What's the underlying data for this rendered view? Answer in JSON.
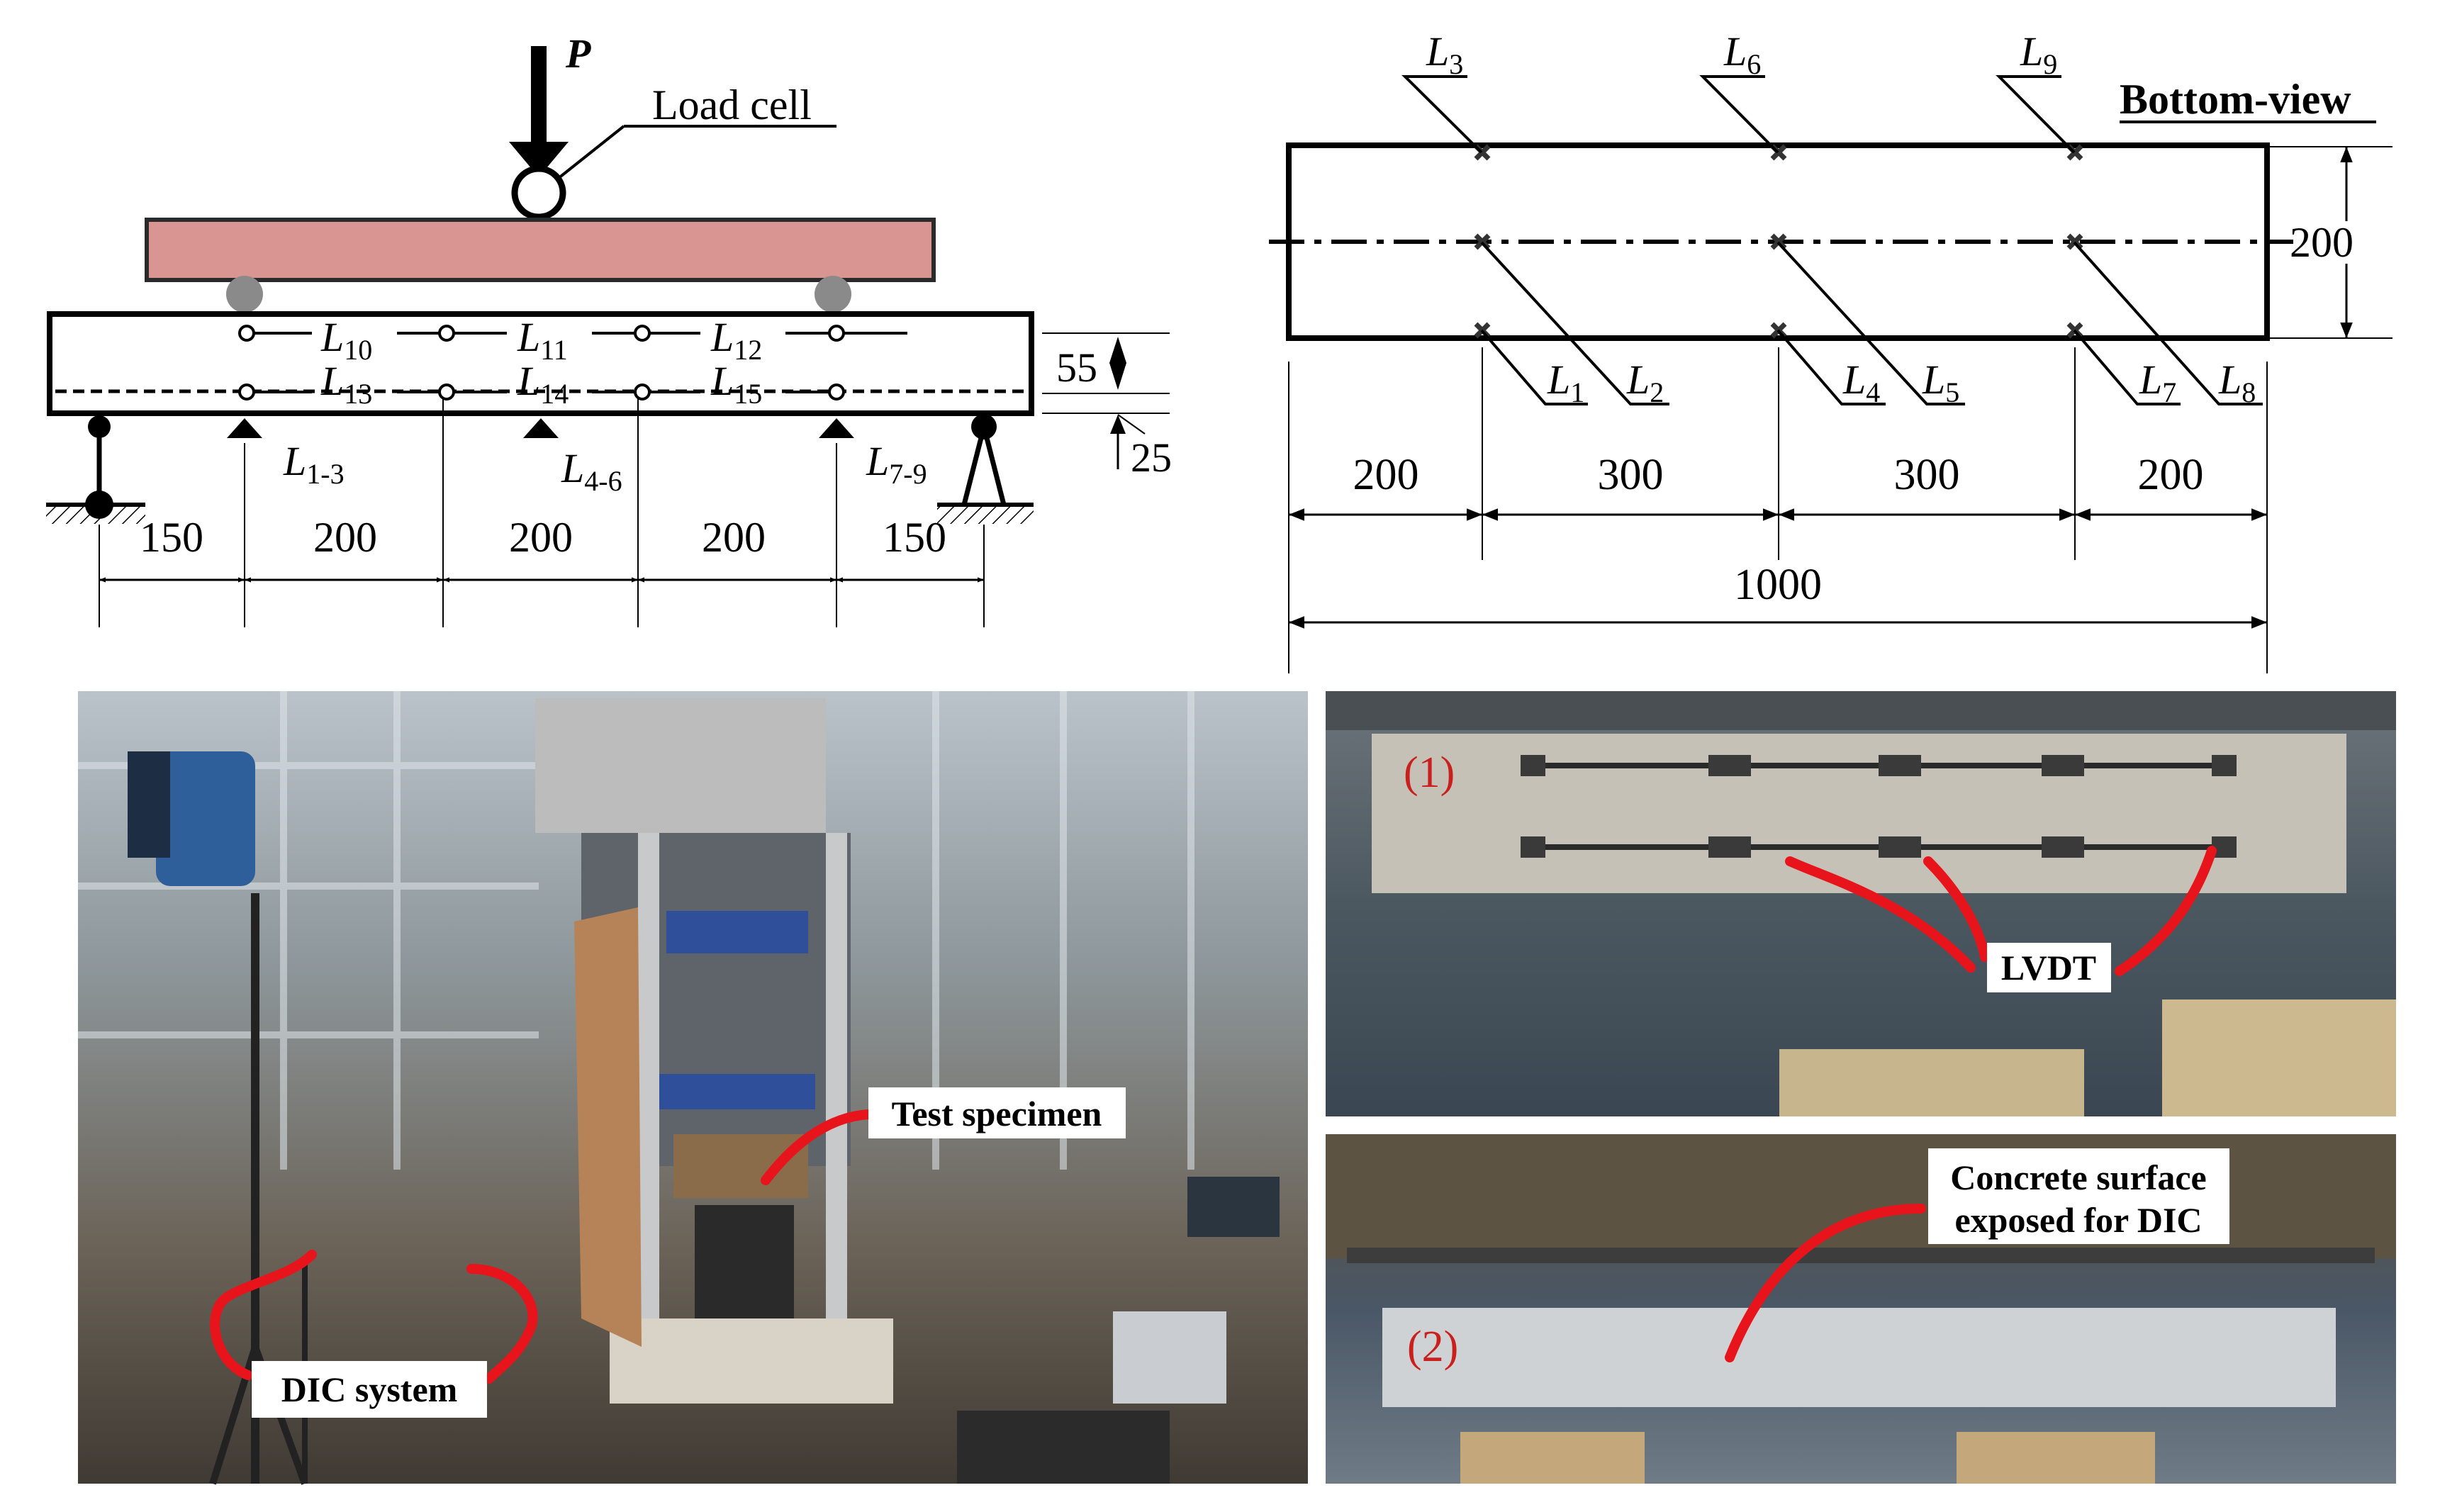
{
  "side_view": {
    "load_symbol": "P",
    "load_cell_label": "Load cell",
    "lvdt_labels": [
      {
        "base": "L",
        "sub": "10"
      },
      {
        "base": "L",
        "sub": "11"
      },
      {
        "base": "L",
        "sub": "12"
      },
      {
        "base": "L",
        "sub": "13"
      },
      {
        "base": "L",
        "sub": "14"
      },
      {
        "base": "L",
        "sub": "15"
      }
    ],
    "support_labels": [
      {
        "base": "L",
        "sub": "1-3"
      },
      {
        "base": "L",
        "sub": "4-6"
      },
      {
        "base": "L",
        "sub": "7-9"
      }
    ],
    "dim_55": "55",
    "dim_25": "25",
    "span_dims": [
      "150",
      "200",
      "200",
      "200",
      "150"
    ]
  },
  "bottom_view": {
    "title": "Bottom-view",
    "top_labels": [
      {
        "base": "L",
        "sub": "3"
      },
      {
        "base": "L",
        "sub": "6"
      },
      {
        "base": "L",
        "sub": "9"
      }
    ],
    "bottom_labels": [
      {
        "base": "L",
        "sub": "1"
      },
      {
        "base": "L",
        "sub": "2"
      },
      {
        "base": "L",
        "sub": "4"
      },
      {
        "base": "L",
        "sub": "5"
      },
      {
        "base": "L",
        "sub": "7"
      },
      {
        "base": "L",
        "sub": "8"
      }
    ],
    "width_dim": "200",
    "segment_dims": [
      "200",
      "300",
      "300",
      "200"
    ],
    "total_dim": "1000"
  },
  "photos": {
    "test_specimen": "Test specimen",
    "dic_system": "DIC system",
    "lvdt": "LVDT",
    "photo1_marker": "(1)",
    "concrete_line1": "Concrete surface",
    "concrete_line2": "exposed for DIC",
    "photo2_marker": "(2)"
  },
  "colors": {
    "beam_pink": "#d99591",
    "annotation_red": "#e8141b",
    "marker_red": "#c9201e"
  }
}
